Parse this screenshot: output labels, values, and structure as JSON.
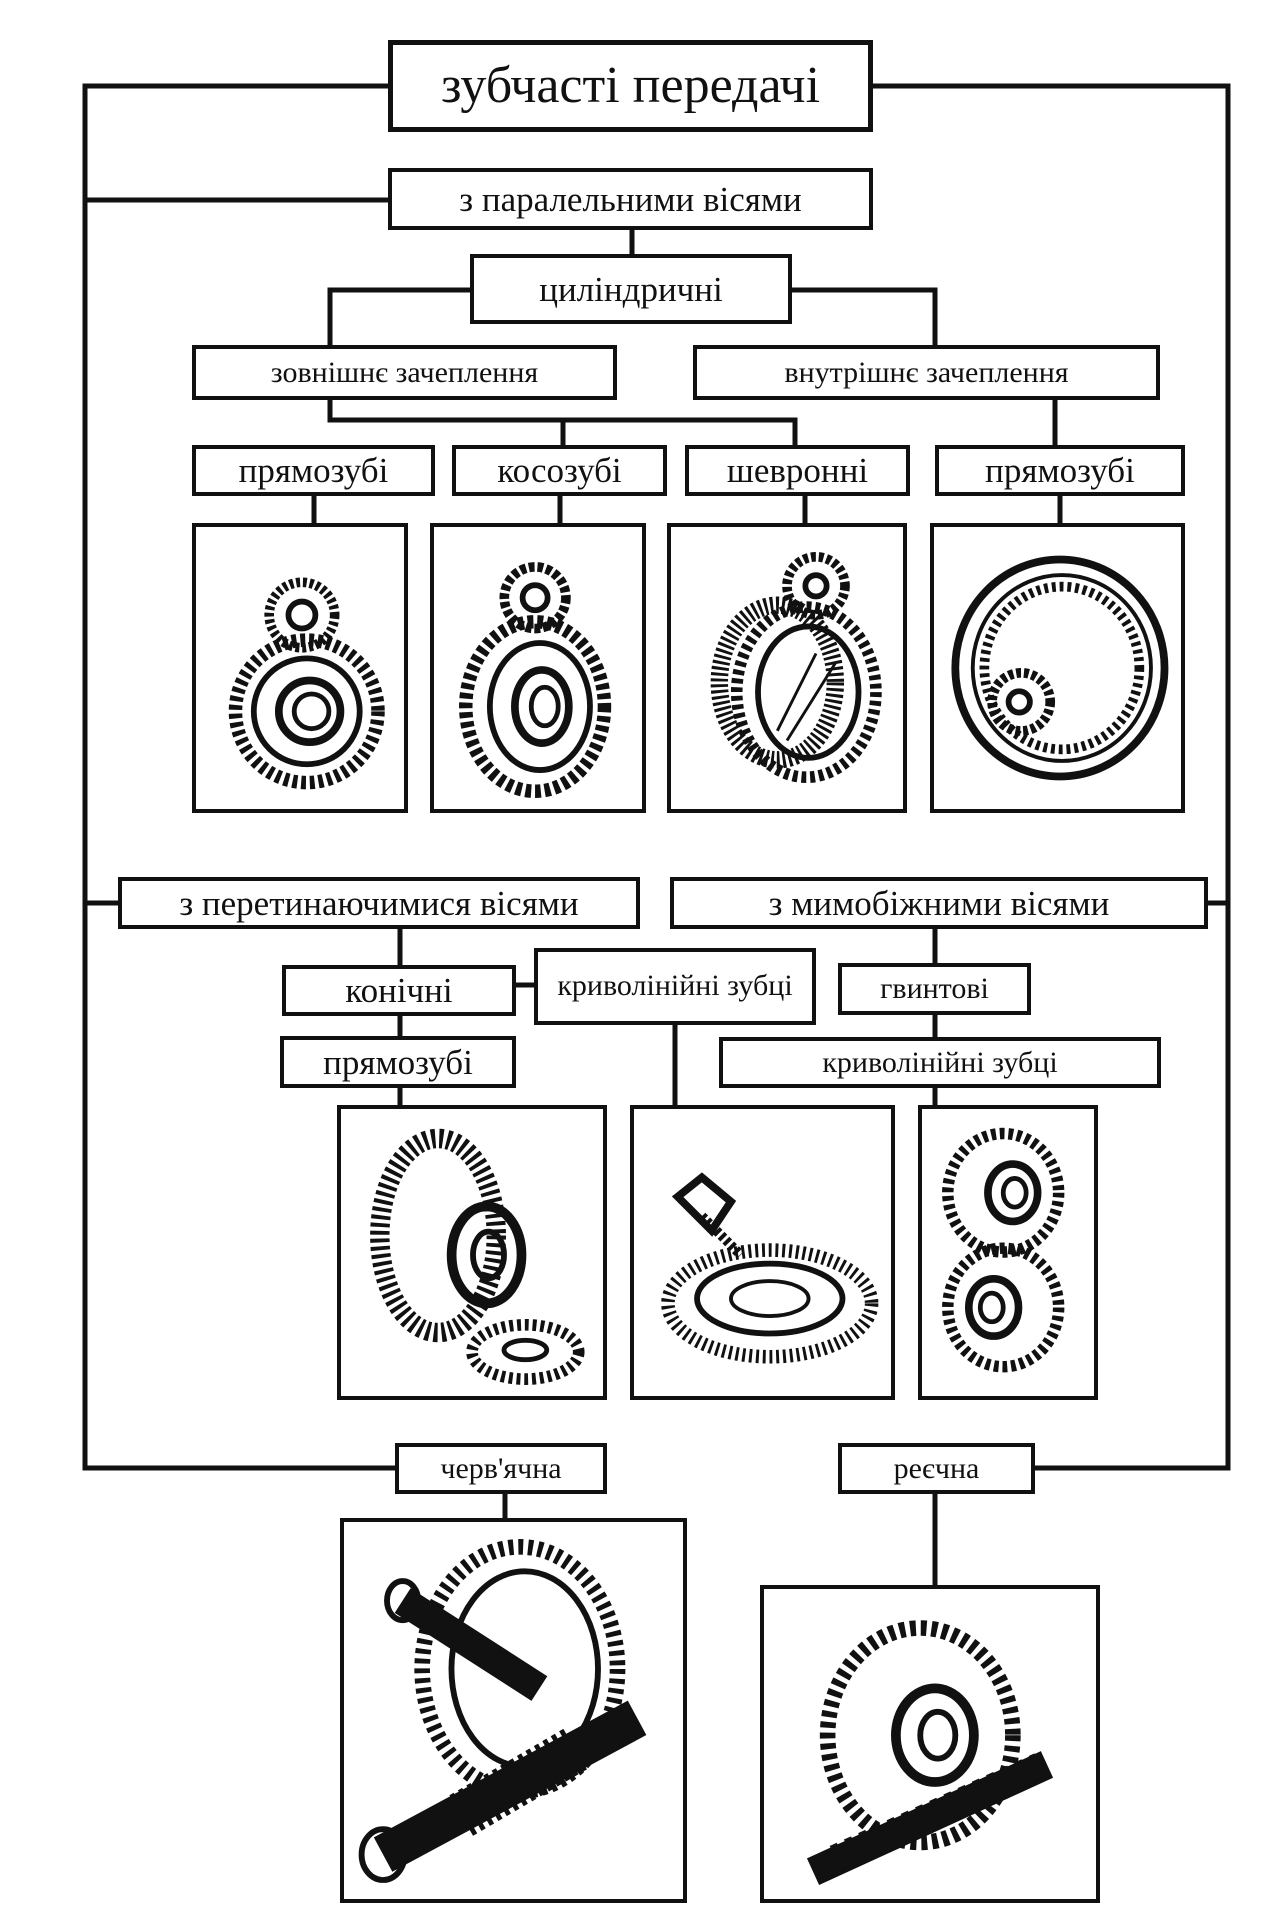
{
  "title": "зубчасті передачі",
  "parallel": {
    "label": "з паралельними вісями",
    "cylindrical": "циліндричні",
    "external": "зовнішнє зачеплення",
    "internal": "внутрішнє зачеплення",
    "types": [
      "прямозубі",
      "косозубі",
      "шевронні",
      "прямозубі"
    ]
  },
  "intersecting": {
    "label": "з перетинаючимися вісями",
    "bevel": "конічні",
    "curved": "криволінійні зубці",
    "straight": "прямозубі"
  },
  "skew": {
    "label": "з мимобіжними вісями",
    "helical": "гвинтові",
    "curved": "криволінійні  зубці"
  },
  "worm": "черв'ячна",
  "rack": "реєчна",
  "illustrations": [
    "spur-gears-icon",
    "helical-gears-icon",
    "herringbone-gears-icon",
    "internal-gear-icon",
    "straight-bevel-gears-icon",
    "spiral-bevel-gears-icon",
    "crossed-helical-gears-icon",
    "worm-gear-icon",
    "rack-and-pinion-icon"
  ]
}
